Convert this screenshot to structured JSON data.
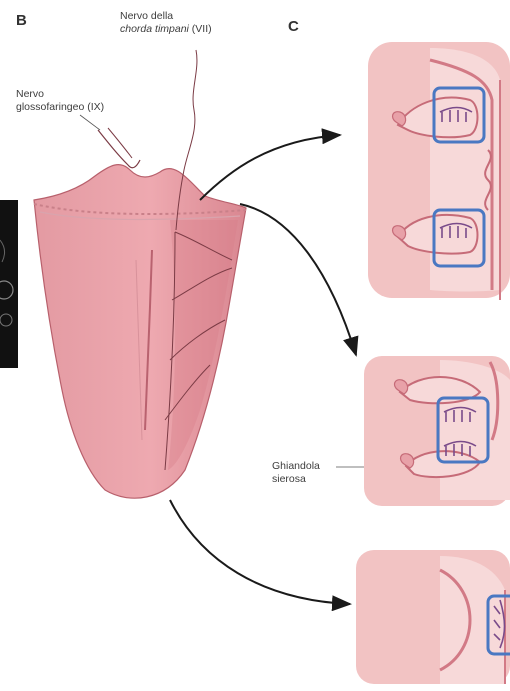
{
  "panels": {
    "b": "B",
    "c": "C"
  },
  "labels": {
    "chorda_line1": "Nervo della",
    "chorda_line2_italic": "chorda timpani",
    "chorda_line2_suffix": " (VII)",
    "glosso_line1": "Nervo",
    "glosso_line2": "glossofaringeo (IX)",
    "serous_line1": "Ghiandola",
    "serous_line2": "sierosa"
  },
  "colors": {
    "tongue": "#e69aa3",
    "tongue_dark": "#c86b77",
    "tissue": "#f2c3c3",
    "epithelium": "#e8a1a8",
    "highlight_box": "#4a78c2",
    "arrow": "#1a1a1a"
  },
  "icons": [
    "taste-bud-icon",
    "arrow-icon"
  ]
}
